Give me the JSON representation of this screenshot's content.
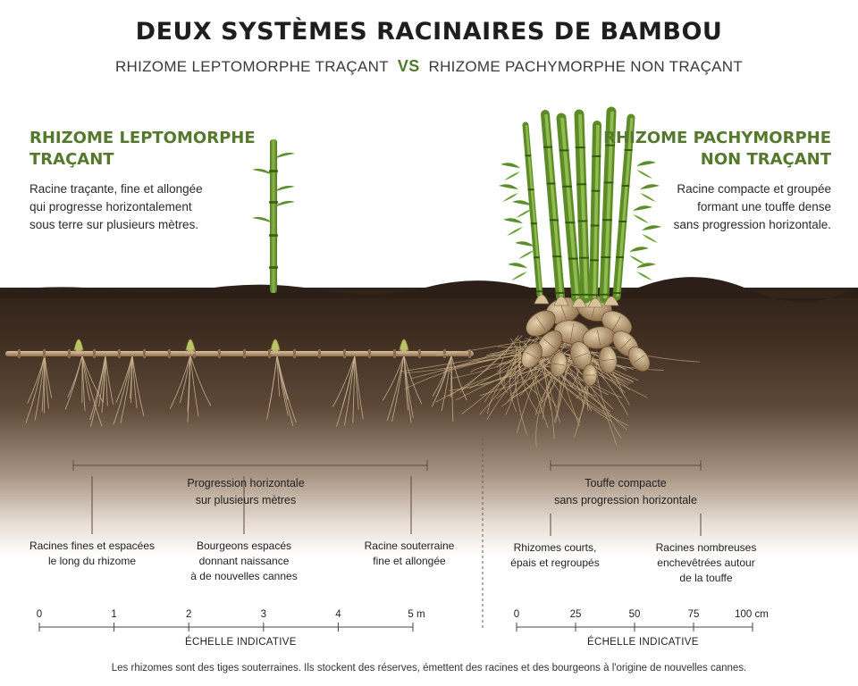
{
  "header": {
    "title": "DEUX SYSTÈMES RACINAIRES DE BAMBOU",
    "subtitle_left": "RHIZOME LEPTOMORPHE TRAÇANT",
    "subtitle_vs": "VS",
    "subtitle_right": "RHIZOME PACHYMORPHE NON TRAÇANT"
  },
  "left_panel": {
    "title_lines": [
      "RHIZOME LEPTOMORPHE",
      "TRAÇANT"
    ],
    "desc_lines": [
      "Racine traçante, fine et allongée",
      "qui progresse horizontalement",
      "sous terre sur plusieurs mètres."
    ],
    "bracket_label_lines": [
      "Progression horizontale",
      "sur plusieurs mètres"
    ],
    "callout_1_lines": [
      "Racines fines et espacées",
      "le long du rhizome"
    ],
    "callout_2_lines": [
      "Bourgeons espacés",
      "donnant naissance",
      "à de nouvelles cannes"
    ],
    "callout_3_lines": [
      "Racine souterraine",
      "fine et allongée"
    ],
    "scale_ticks": [
      "0",
      "1",
      "2",
      "3",
      "4",
      "5 m"
    ],
    "scale_label": "ÉCHELLE INDICATIVE"
  },
  "right_panel": {
    "title_lines": [
      "RHIZOME PACHYMORPHE",
      "NON TRAÇANT"
    ],
    "desc_lines": [
      "Racine compacte et groupée",
      "formant une touffe dense",
      "sans progression horizontale."
    ],
    "bracket_label_lines": [
      "Touffe compacte",
      "sans progression horizontale"
    ],
    "callout_1_lines": [
      "Rhizomes courts,",
      "épais et regroupés"
    ],
    "callout_2_lines": [
      "Racines nombreuses",
      "enchevêtrées autour",
      "de la touffe"
    ],
    "scale_ticks": [
      "0",
      "25",
      "50",
      "75",
      "100 cm"
    ],
    "scale_label": "ÉCHELLE INDICATIVE"
  },
  "footnote": "Les rhizomes sont des tiges souterraines. Ils stockent des réserves, émettent des racines et des bourgeons à l'origine de nouvelles cannes.",
  "colors": {
    "accent_green": "#55782c",
    "soil_dark": "#3b2a1d",
    "soil_mid": "#6b5441",
    "rhizome": "#b89a72",
    "cane_green": "#6f9a34"
  },
  "icons": {
    "left_plant": "single-bamboo-cane-icon",
    "right_plant": "bamboo-clump-icon"
  }
}
